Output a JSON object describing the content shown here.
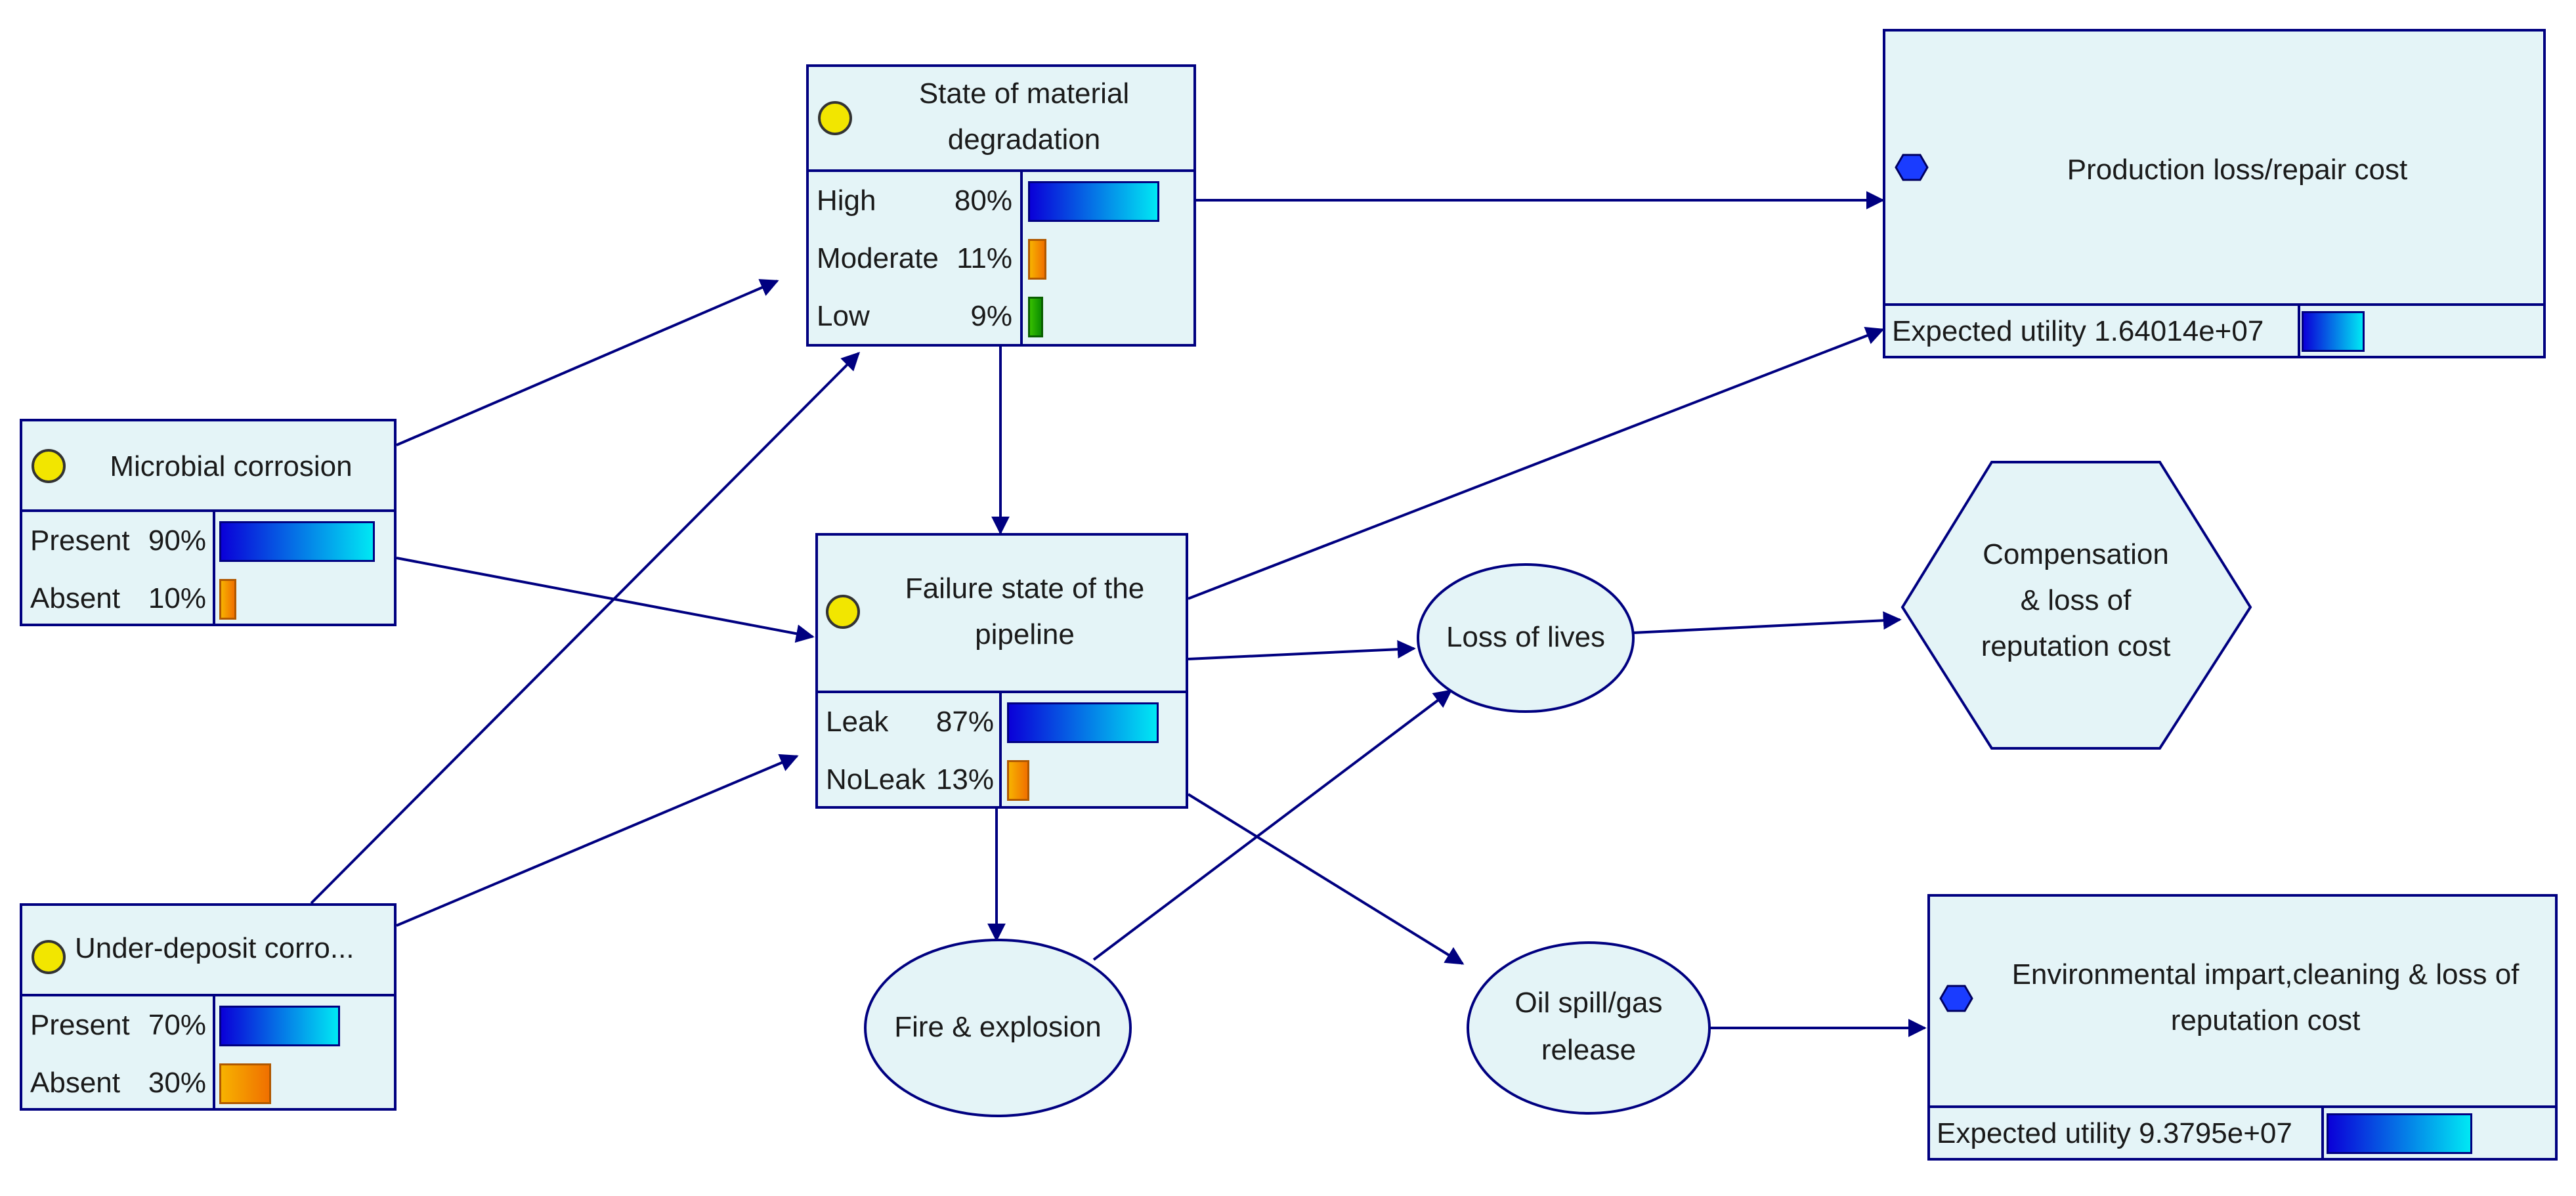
{
  "nodes": {
    "degradation": {
      "title_line1": "State of material",
      "title_line2": "degradation",
      "states": [
        {
          "label": "High",
          "percent": "80%",
          "value": 0.8
        },
        {
          "label": "Moderate",
          "percent": "11%",
          "value": 0.11
        },
        {
          "label": "Low",
          "percent": "9%",
          "value": 0.09
        }
      ]
    },
    "microbial": {
      "title": "Microbial corrosion",
      "states": [
        {
          "label": "Present",
          "percent": "90%",
          "value": 0.9
        },
        {
          "label": "Absent",
          "percent": "10%",
          "value": 0.1
        }
      ]
    },
    "failure": {
      "title_line1": "Failure state of the",
      "title_line2": "pipeline",
      "states": [
        {
          "label": "Leak",
          "percent": "87%",
          "value": 0.87
        },
        {
          "label": "NoLeak",
          "percent": "13%",
          "value": 0.13
        }
      ]
    },
    "underdeposit": {
      "title": "Under-deposit corro...",
      "states": [
        {
          "label": "Present",
          "percent": "70%",
          "value": 0.7
        },
        {
          "label": "Absent",
          "percent": "30%",
          "value": 0.3
        }
      ]
    },
    "production": {
      "title": "Production loss/repair cost",
      "utility_label": "Expected utility 1.64014e+07"
    },
    "environmental": {
      "title_line1": "Environmental impart,cleaning & loss of",
      "title_line2": "reputation cost",
      "utility_label": "Expected utility 9.3795e+07"
    },
    "loss_of_lives": {
      "label": "Loss of lives"
    },
    "fire": {
      "label": "Fire & explosion"
    },
    "oil_spill": {
      "label_line1": "Oil spill/gas",
      "label_line2": "release"
    },
    "compensation": {
      "label_line1": "Compensation",
      "label_line2": "& loss of",
      "label_line3": "reputation cost"
    }
  },
  "colors": {
    "node_fill": "#e4f4f7",
    "border": "#000080",
    "chance_dot": "#f2e600",
    "utility_hex": "#1a3cff"
  }
}
